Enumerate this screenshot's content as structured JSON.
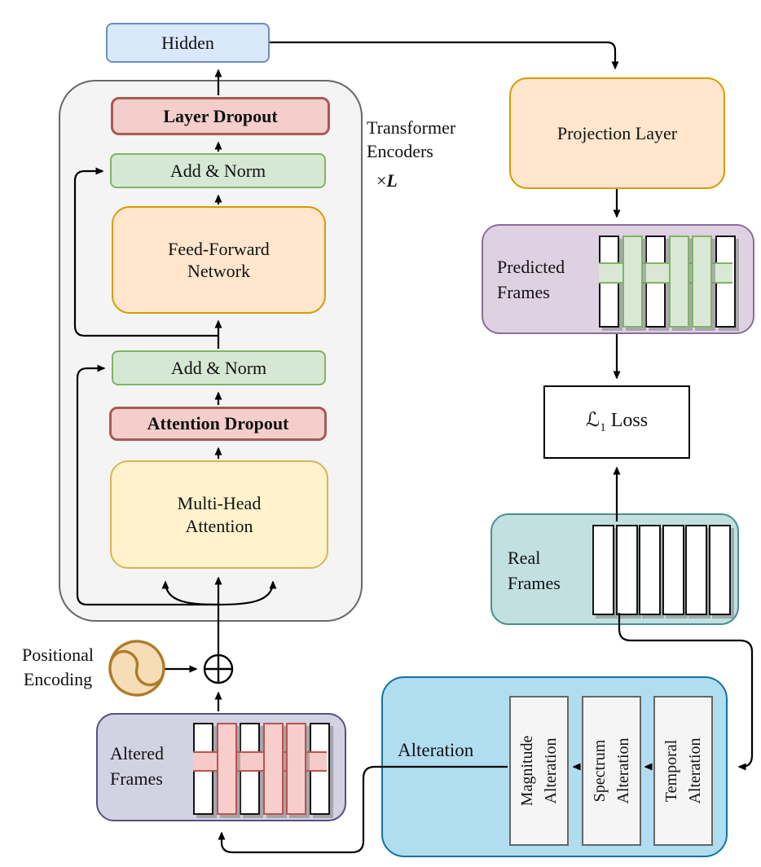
{
  "boxes": {
    "hidden": "Hidden",
    "layer_dropout": "Layer Dropout",
    "add_norm_1": "Add & Norm",
    "ffn_line1": "Feed-Forward",
    "ffn_line2": "Network",
    "add_norm_2": "Add & Norm",
    "attention_dropout": "Attention Dropout",
    "mha_line1": "Multi-Head",
    "mha_line2": "Attention",
    "projection_layer": "Projection Layer"
  },
  "encoder_label": {
    "line1": "Transformer",
    "line2": "Encoders",
    "times": "×",
    "repeat": "L"
  },
  "positional_encoding": {
    "line1": "Positional",
    "line2": "Encoding"
  },
  "frames": {
    "predicted": {
      "label_line1": "Predicted",
      "label_line2": "Frames",
      "pattern": [
        "real",
        "altered",
        "real",
        "altered",
        "altered",
        "real"
      ],
      "band": "green"
    },
    "altered": {
      "label_line1": "Altered",
      "label_line2": "Frames",
      "pattern": [
        "real",
        "altered",
        "real",
        "altered",
        "altered",
        "real"
      ],
      "band": "pink"
    },
    "real": {
      "label_line1": "Real",
      "label_line2": "Frames",
      "pattern": [
        "real",
        "real",
        "real",
        "real",
        "real",
        "real"
      ],
      "band": "none"
    }
  },
  "loss": {
    "symbol": "ℒ",
    "subscript": "1",
    "label": "Loss"
  },
  "alteration": {
    "label": "Alteration",
    "modules": [
      {
        "line1": "Magnitude",
        "line2": "Alteration"
      },
      {
        "line1": "Spectrum",
        "line2": "Alteration"
      },
      {
        "line1": "Temporal",
        "line2": "Alteration"
      }
    ]
  },
  "colors": {
    "hidden_fill": "#dae8fc",
    "hidden_stroke": "#6c8ebf",
    "dropout_fill": "#f3cecb",
    "dropout_stroke": "#a85a55",
    "addnorm_fill": "#d5e8d4",
    "addnorm_stroke": "#82b366",
    "ffn_fill": "#ffe6cc",
    "ffn_stroke": "#d79b00",
    "mha_fill": "#fff2cc",
    "mha_stroke": "#d6b656",
    "encoder_fill": "#f4f4f4",
    "encoder_stroke": "#686868",
    "projection_fill": "#ffe6cc",
    "projection_stroke": "#d79b00",
    "predicted_fill": "#ded2e2",
    "predicted_stroke": "#8a6d9c",
    "altered_fill": "#d3d2e3",
    "altered_stroke": "#56517e",
    "real_fill": "#c2e0e0",
    "real_stroke": "#4a8e8e",
    "alteration_fill": "#b1ddf0",
    "alteration_stroke": "#10739e",
    "module_fill": "#f5f5f5",
    "module_stroke": "#666666",
    "pe_fill": "#f6ddb5",
    "pe_stroke": "#ad7b2a",
    "altered_bar_fill": "#f8cecc",
    "altered_bar_stroke": "#b85450",
    "predicted_bar_fill": "#d9e8d4",
    "predicted_bar_stroke": "#82b366",
    "wire": "#000000"
  }
}
